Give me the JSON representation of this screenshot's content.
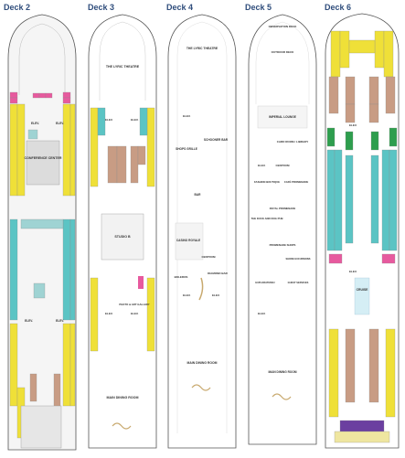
{
  "decks": [
    {
      "title": "Deck 2",
      "labels": [
        "CONFERENCE CENTER",
        "ELEV.",
        "ELEV.",
        "ELEV.",
        "ELEV."
      ]
    },
    {
      "title": "Deck 3",
      "labels": [
        "THE LYRIC THEATRE",
        "STUDIO B",
        "PHOTO & ART GALLERY",
        "MAIN DINING ROOM",
        "ELEV.",
        "ELEV.",
        "ELEV.",
        "ELEV."
      ]
    },
    {
      "title": "Deck 4",
      "labels": [
        "THE LYRIC THEATRE",
        "SHOPS GRILLE",
        "SCHOONER BAR",
        "BAR",
        "CASINO ROYALE",
        "CENTRUM",
        "BOLEROS",
        "DIAMOND BAR",
        "MAIN DINING ROOM",
        "ELEV.",
        "ELEV.",
        "ELEV."
      ]
    },
    {
      "title": "Deck 5",
      "labels": [
        "OBSERVATION DECK",
        "OUTDOOR DECK",
        "IMPERIAL LOUNGE",
        "CARD ROOM / LIBRARY",
        "CENTRUM",
        "FASHION BOUTIQUE",
        "CAFÉ PROMENADE",
        "THE DUCK AND DOG PUB",
        "ROYAL PROMENADE",
        "PROMENADE SHOPS",
        "GUEST SERVICES",
        "SHORE EXCURSIONS",
        "EXPLORATIONS!",
        "MAIN DINING ROOM",
        "ELEV.",
        "ELEV."
      ]
    },
    {
      "title": "Deck 6",
      "labels": [
        "CRUISE",
        "ELEV.",
        "ELEV."
      ]
    }
  ]
}
